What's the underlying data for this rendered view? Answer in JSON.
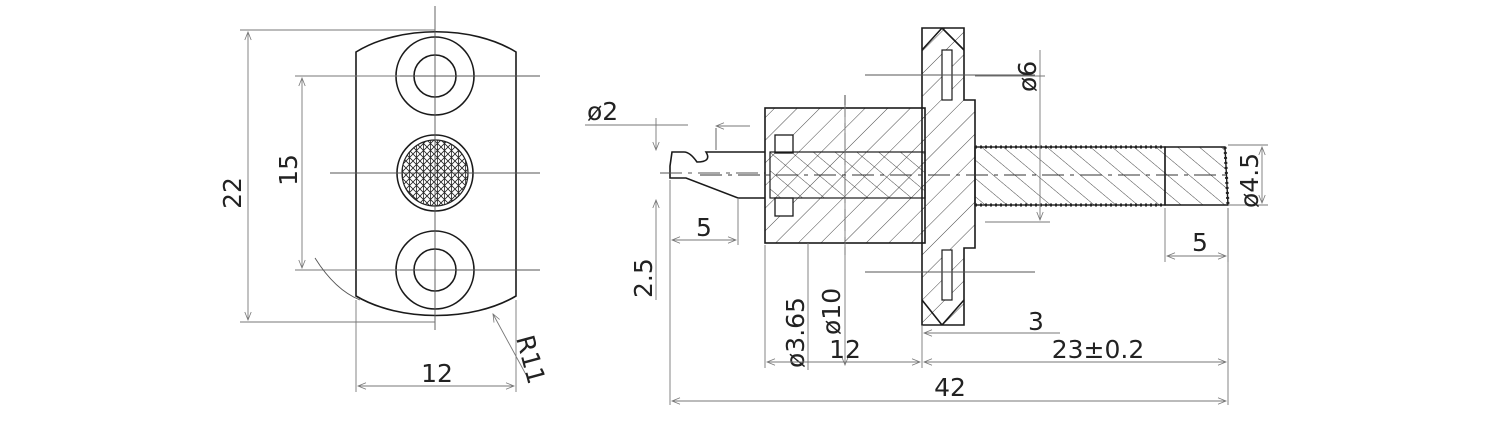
{
  "front_view": {
    "dims": {
      "height": "22",
      "spacing": "15",
      "width": "12",
      "radius": "R11"
    }
  },
  "side_view": {
    "dims": {
      "pin_dia": "ø2",
      "flange_dia": "ø6",
      "tip_dia": "ø4.5",
      "pin_len": "5",
      "tip_len": "5",
      "offset": "2.5",
      "inner_dia": "ø3.65",
      "body_dia": "ø10",
      "body_len": "12",
      "flange_thk": "3",
      "shaft_len": "23±0.2",
      "total_len": "42"
    }
  }
}
